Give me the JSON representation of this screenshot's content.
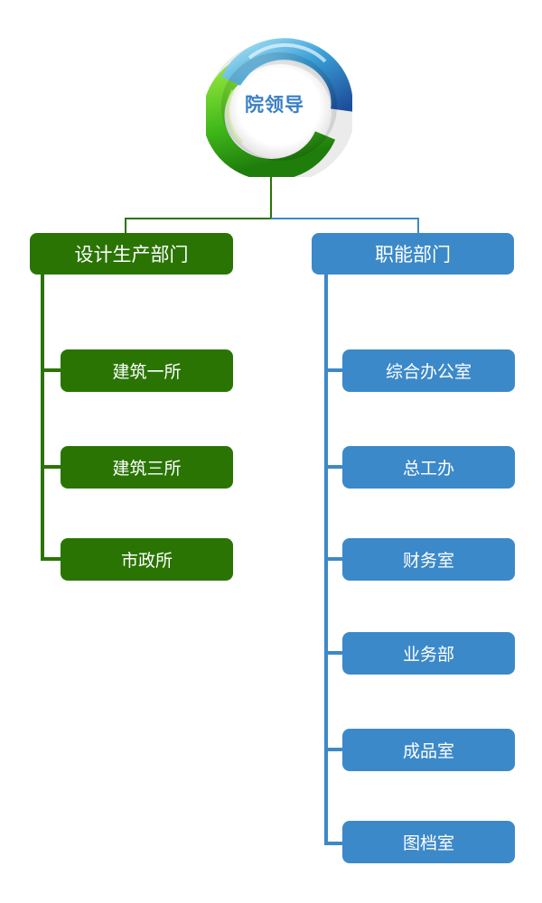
{
  "leader": {
    "title": "院领导"
  },
  "departments": [
    {
      "name": "设计生产部门",
      "color": "#2a7404",
      "units": [
        "建筑一所",
        "建筑三所",
        "市政所"
      ]
    },
    {
      "name": "职能部门",
      "color": "#3c89c9",
      "units": [
        "综合办公室",
        "总工办",
        "财务室",
        "业务部",
        "成品室",
        "图档室"
      ]
    }
  ]
}
